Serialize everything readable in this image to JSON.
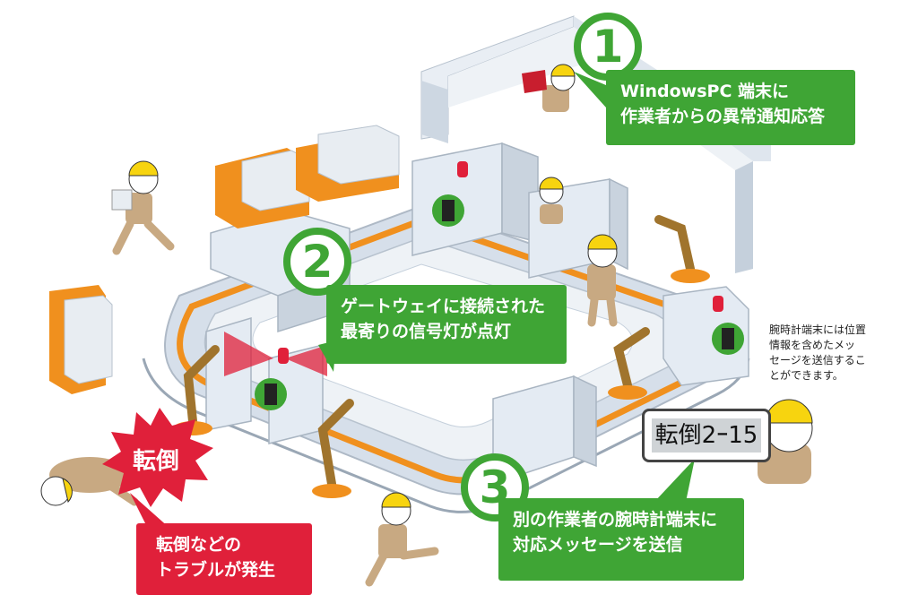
{
  "step1": {
    "number": "1",
    "lines": [
      "WindowsPC 端末に",
      "作業者からの異常通知応答"
    ]
  },
  "step2": {
    "number": "2",
    "lines": [
      "ゲートウェイに接続された",
      "最寄りの信号灯が点灯"
    ]
  },
  "step3": {
    "number": "3",
    "lines": [
      "別の作業者の腕時計端末に",
      "対応メッセージを送信"
    ]
  },
  "incident": {
    "burst_label": "転倒",
    "lines": [
      "転倒などの",
      "トラブルが発生"
    ]
  },
  "note": {
    "lines": [
      "腕時計端末には位置",
      "情報を含めたメッ",
      "セージを送信するこ",
      "とができます。"
    ]
  },
  "watch_display": "転倒2ｰ15",
  "colors": {
    "green": "#3fa535",
    "red": "#e0203a",
    "orange": "#f0901e",
    "machine": "#d9e3ef",
    "helmet": "#f7d40f",
    "body": "#c8a982"
  }
}
